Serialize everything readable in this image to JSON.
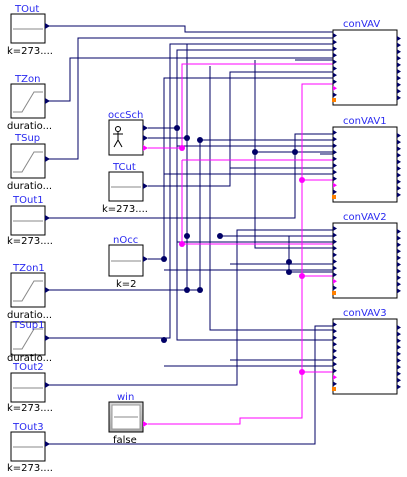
{
  "blocks": {
    "tout": {
      "name": "TOut",
      "param": "k=273...."
    },
    "tzon": {
      "name": "TZon",
      "param": "duratio..."
    },
    "tsup": {
      "name": "TSup",
      "param": "duratio..."
    },
    "tout1": {
      "name": "TOut1",
      "param": "k=273...."
    },
    "tzon1": {
      "name": "TZon1",
      "param": "duratio..."
    },
    "tsup1": {
      "name": "TSup1",
      "param": "duratio..."
    },
    "tout2": {
      "name": "TOut2",
      "param": "k=273...."
    },
    "tout3": {
      "name": "TOut3",
      "param": "k=273...."
    },
    "occsch": {
      "name": "occSch"
    },
    "tcut": {
      "name": "TCut",
      "param": "k=273...."
    },
    "nocc": {
      "name": "nOcc",
      "param": "k=2"
    },
    "win": {
      "name": "win",
      "param": "false"
    },
    "conVAV": {
      "name": "conVAV"
    },
    "conVAV1": {
      "name": "conVAV1"
    },
    "conVAV2": {
      "name": "conVAV2"
    },
    "conVAV3": {
      "name": "conVAV3"
    }
  },
  "colors": {
    "realSignal": "#000066",
    "booleanSignal": "#ff00ff",
    "label": "#2a2af0",
    "integerSignal": "#ff8000"
  }
}
